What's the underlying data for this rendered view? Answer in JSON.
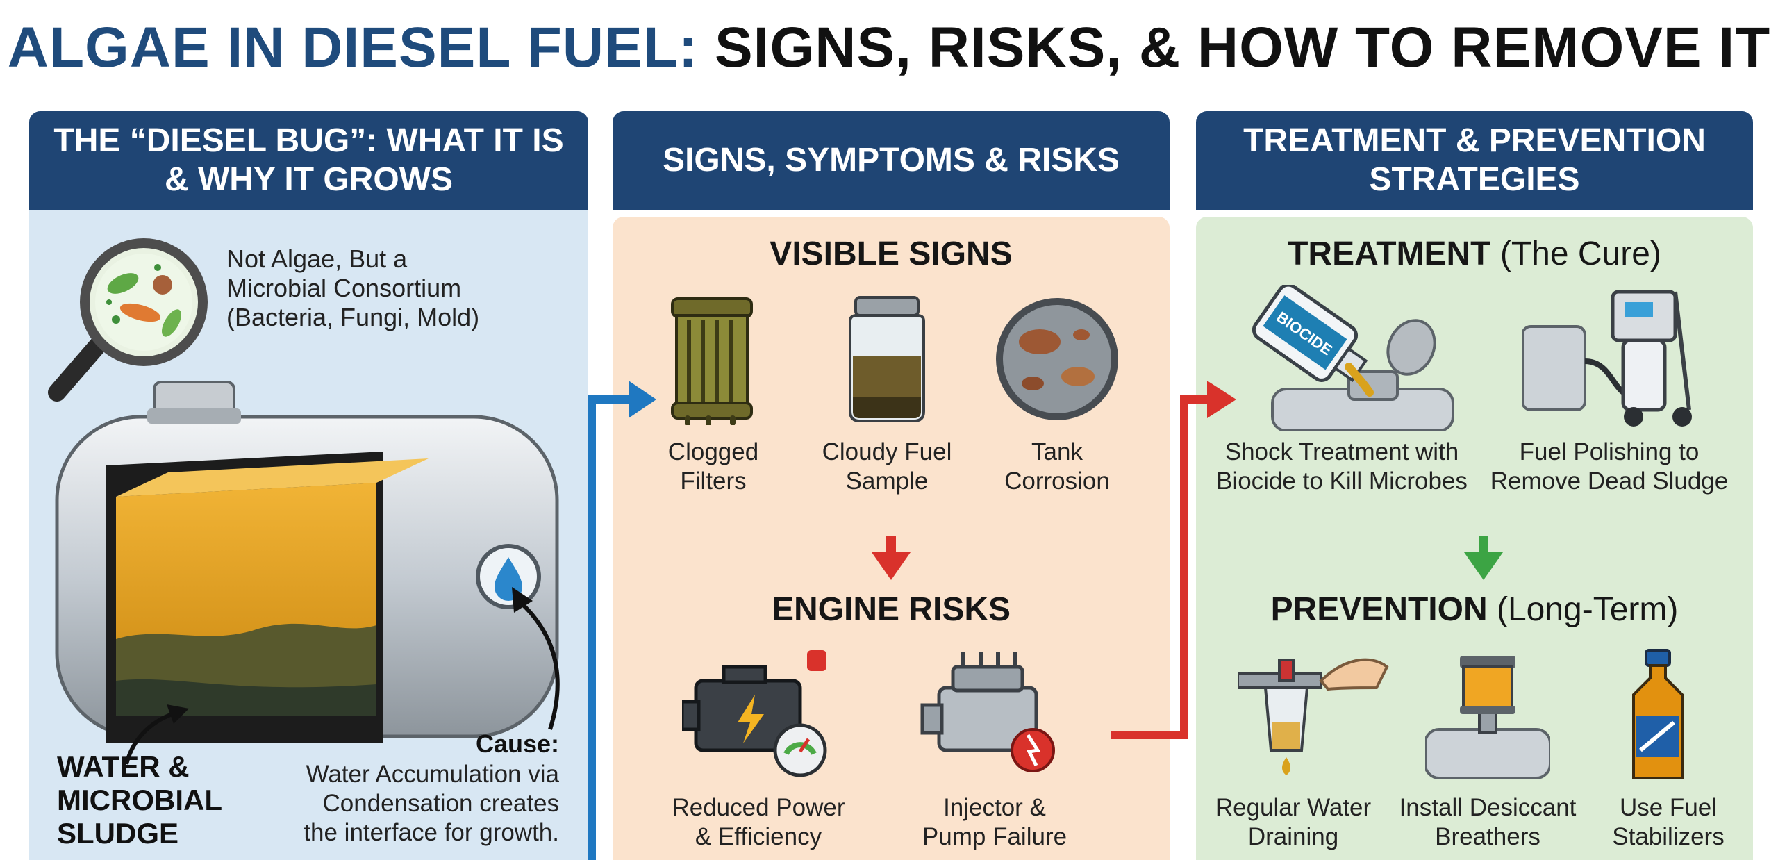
{
  "title": {
    "accent": "ALGAE IN DIESEL FUEL:",
    "rest": "SIGNS, RISKS, & HOW TO REMOVE IT"
  },
  "colors": {
    "navy": "#1f4574",
    "title_blue": "#1f4b7c",
    "signs_bg": "#fbe3cd",
    "signs_accent": "#ee8a33",
    "treat_bg": "#dcecd5",
    "treat_accent": "#5aa84b",
    "arrow_blue": "#1f78c1",
    "arrow_red": "#d9322b",
    "arrow_green": "#3ca444"
  },
  "col1": {
    "header": "THE “DIESEL BUG”: WHAT IT IS & WHY IT GROWS",
    "microbe_note": [
      "Not Algae, But a",
      "Microbial Consortium",
      "(Bacteria, Fungi, Mold)"
    ],
    "sludge_label": [
      "WATER &",
      "MICROBIAL",
      "SLUDGE"
    ],
    "cause_title": "Cause:",
    "cause_text": [
      "Water Accumulation via",
      "Condensation creates",
      "the interface for growth."
    ],
    "icons": [
      "magnifier-microbes-icon",
      "fuel-tank-cutaway-icon",
      "water-drop-icon"
    ]
  },
  "col2": {
    "header": "SIGNS, SYMPTOMS & RISKS",
    "visible_title": "VISIBLE SIGNS",
    "visible_items": [
      {
        "icon": "clogged-filter-icon",
        "label": [
          "Clogged",
          "Filters"
        ]
      },
      {
        "icon": "fuel-jar-icon",
        "label": [
          "Cloudy Fuel",
          "Sample"
        ]
      },
      {
        "icon": "corroded-tank-icon",
        "label": [
          "Tank",
          "Corrosion"
        ]
      }
    ],
    "risks_title": "ENGINE RISKS",
    "risk_items": [
      {
        "icon": "engine-warning-icon",
        "label": [
          "Reduced Power",
          "& Efficiency"
        ]
      },
      {
        "icon": "injector-pump-icon",
        "label": [
          "Injector &",
          "Pump Failure"
        ]
      }
    ]
  },
  "col3": {
    "header": "TREATMENT & PREVENTION STRATEGIES",
    "treat_title": "TREATMENT",
    "treat_sub": "(The Cure)",
    "biocide_label": "BIOCIDE",
    "treat_items": [
      {
        "icon": "biocide-bottle-icon",
        "label": [
          "Shock Treatment with",
          "Biocide to Kill Microbes"
        ]
      },
      {
        "icon": "fuel-polisher-icon",
        "label": [
          "Fuel Polishing to",
          "Remove Dead Sludge"
        ]
      }
    ],
    "prev_title": "PREVENTION",
    "prev_sub": "(Long-Term)",
    "prev_items": [
      {
        "icon": "water-drain-valve-icon",
        "label": [
          "Regular Water",
          "Draining"
        ]
      },
      {
        "icon": "desiccant-breather-icon",
        "label": [
          "Install Desiccant",
          "Breathers"
        ]
      },
      {
        "icon": "stabilizer-bottle-icon",
        "label": [
          "Use Fuel",
          "Stabilizers"
        ]
      }
    ]
  }
}
